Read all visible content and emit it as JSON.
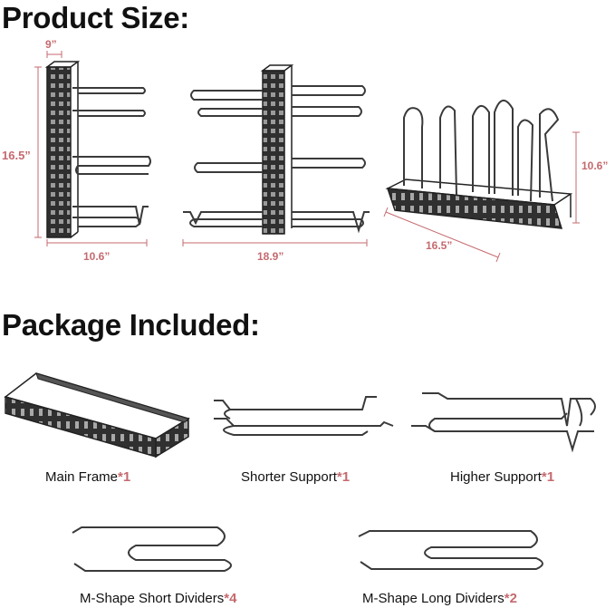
{
  "headings": {
    "product_size": "Product Size:",
    "package_included": "Package Included:"
  },
  "dimensions": {
    "depth": "9”",
    "height_left": "16.5”",
    "width_a": "10.6”",
    "width_b": "18.9”",
    "length_c": "16.5”",
    "height_c": "10.6”"
  },
  "items": [
    {
      "name": "Main Frame",
      "qty": "*1"
    },
    {
      "name": "Shorter Support",
      "qty": "*1"
    },
    {
      "name": "Higher Support",
      "qty": "*1"
    },
    {
      "name": "M-Shape Short Dividers",
      "qty": "*4"
    },
    {
      "name": "M-Shape Long Dividers",
      "qty": "*2"
    }
  ],
  "colors": {
    "accent": "#c56a6f",
    "metal": "#3a3a3a",
    "text": "#111111"
  }
}
